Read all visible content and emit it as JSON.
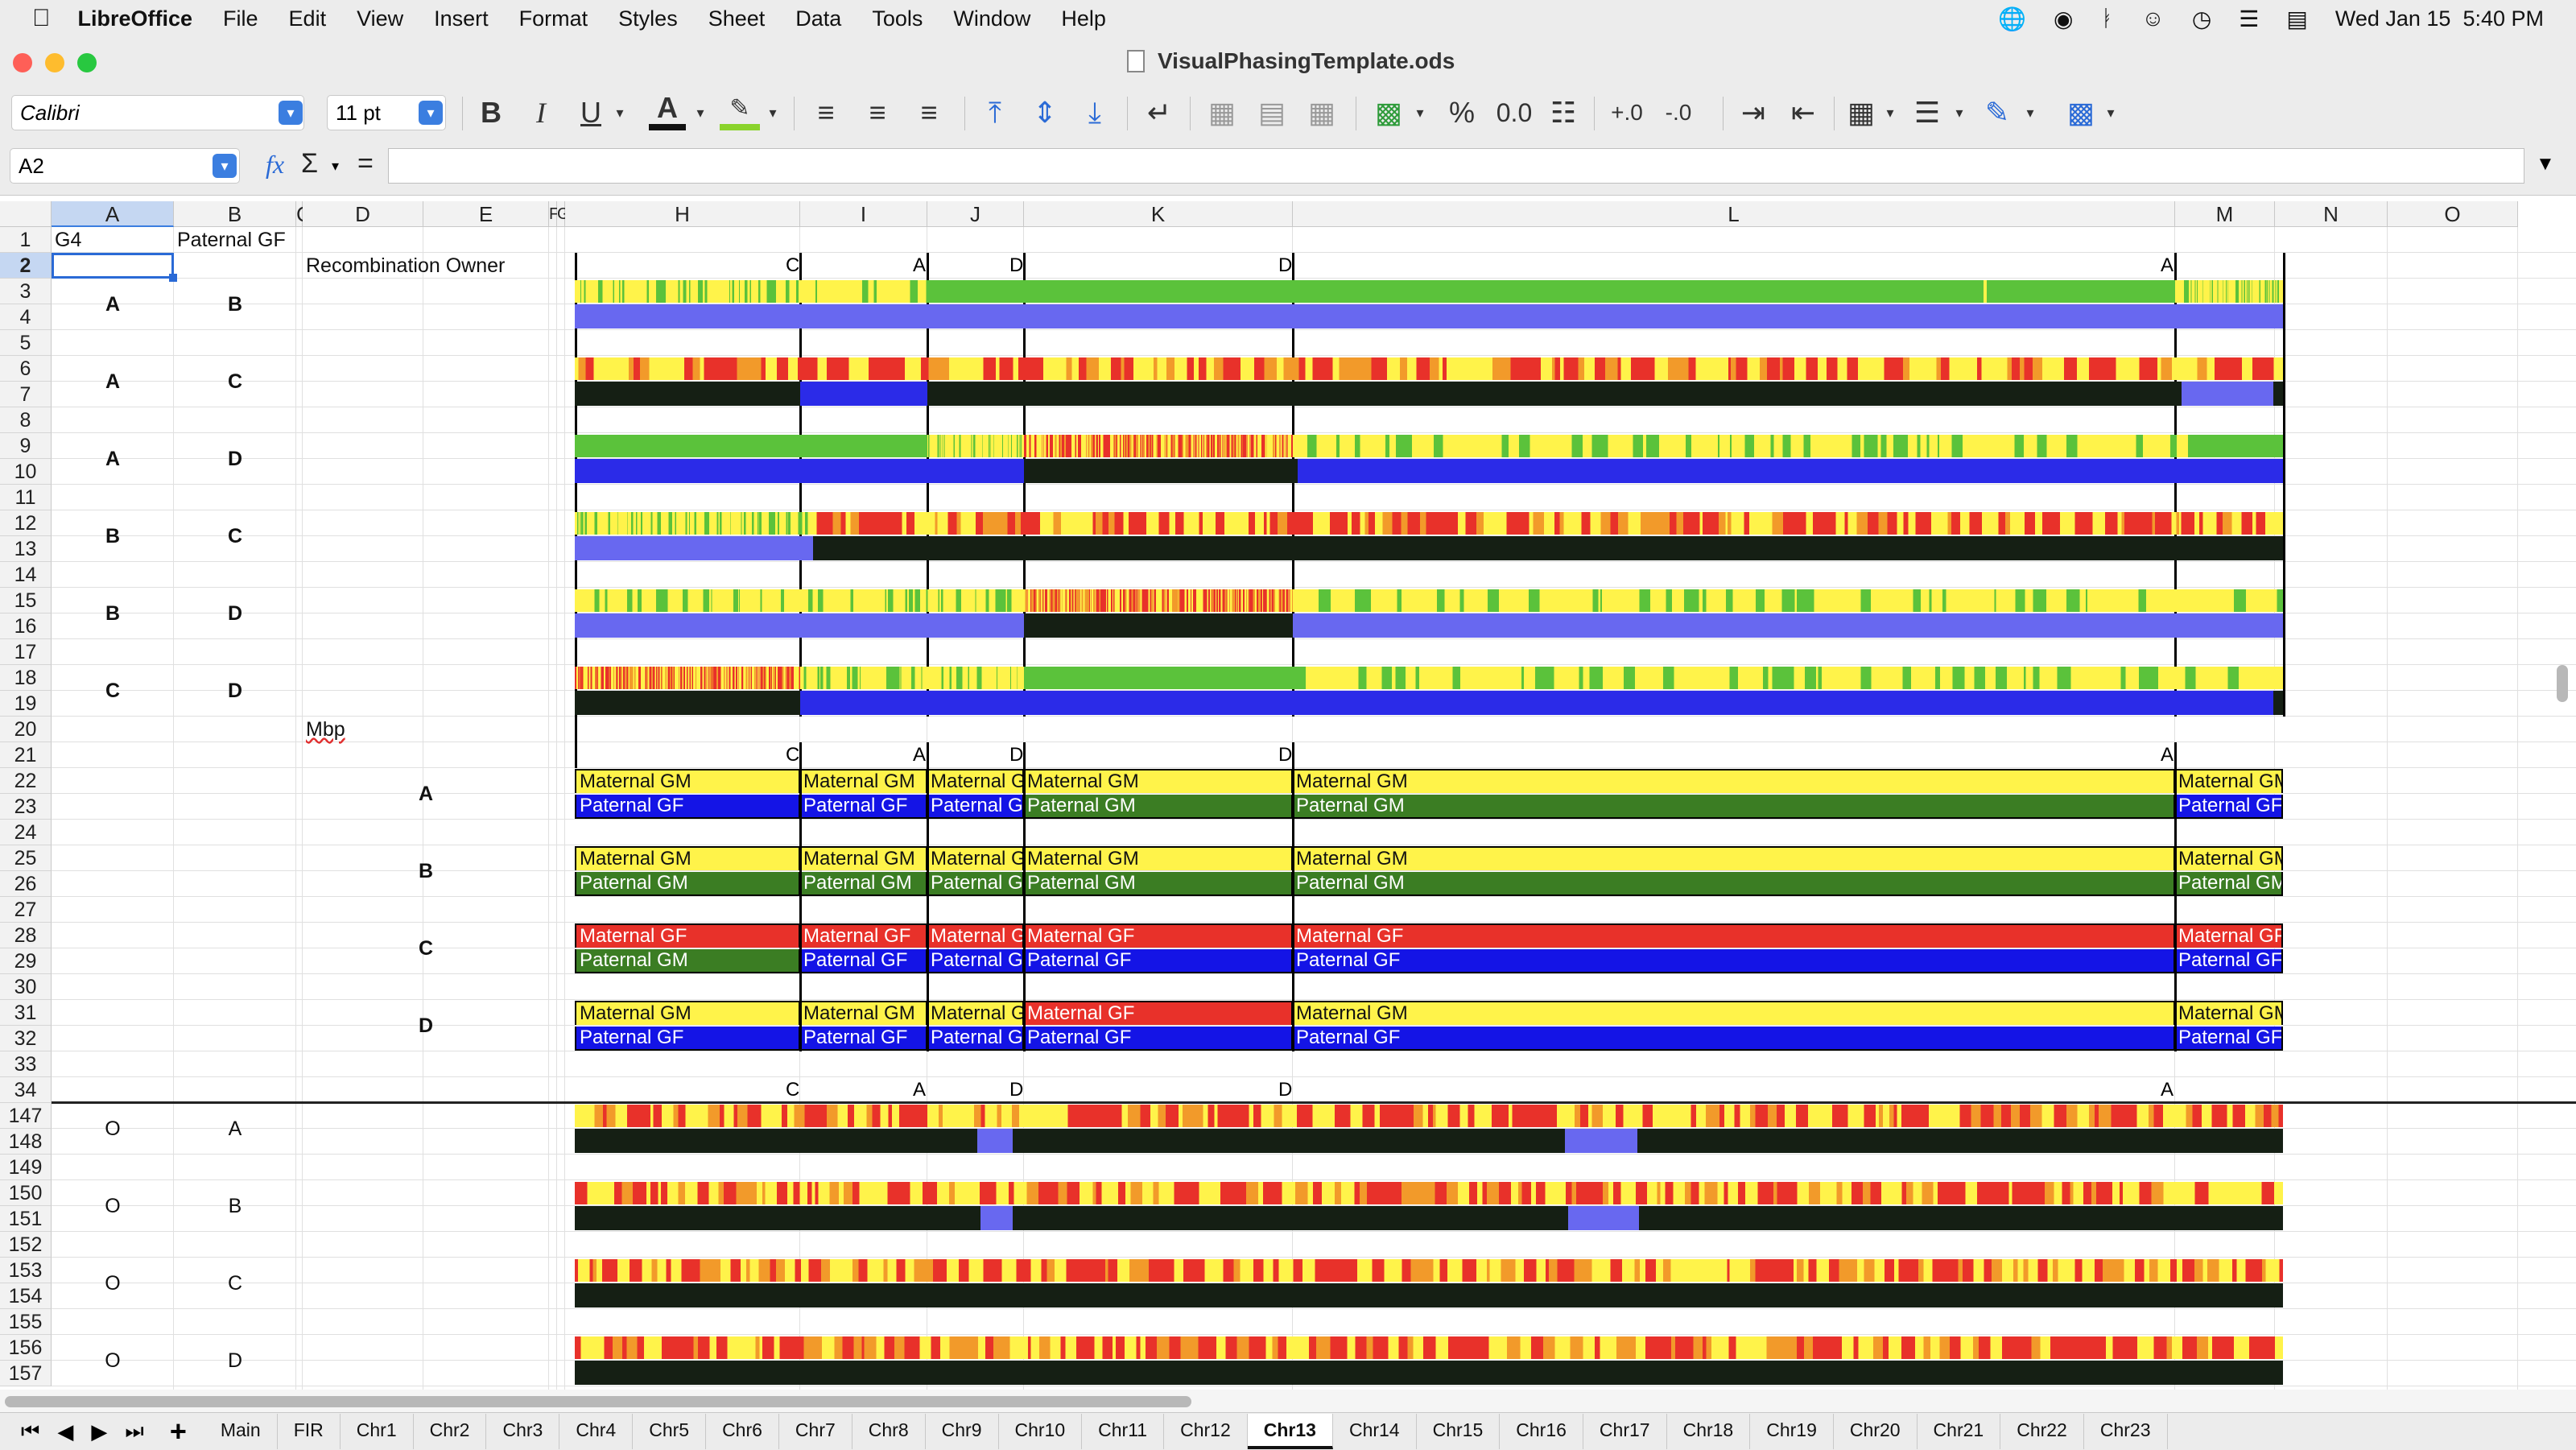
{
  "menubar": {
    "app": "LibreOffice",
    "items": [
      "File",
      "Edit",
      "View",
      "Insert",
      "Format",
      "Styles",
      "Sheet",
      "Data",
      "Tools",
      "Window",
      "Help"
    ],
    "clock": "Wed Jan 15  5:40 PM"
  },
  "window": {
    "title": "VisualPhasingTemplate.ods"
  },
  "toolbar": {
    "font_name": "Calibri",
    "font_size": "11 pt",
    "bold": "B",
    "italic": "I",
    "underline": "U",
    "font_color": "A",
    "percent": "%",
    "decimal": "0.0"
  },
  "formula": {
    "cell_ref": "A2",
    "fx": "fx",
    "sum": "Σ",
    "equals": "=",
    "value": ""
  },
  "columns": [
    "A",
    "B",
    "C",
    "D",
    "E",
    "F",
    "G",
    "H",
    "I",
    "J",
    "K",
    "L",
    "M",
    "N",
    "O"
  ],
  "rows": [
    "1",
    "2",
    "3",
    "4",
    "5",
    "6",
    "7",
    "8",
    "9",
    "10",
    "11",
    "12",
    "13",
    "14",
    "15",
    "16",
    "17",
    "18",
    "19",
    "20",
    "21",
    "22",
    "23",
    "24",
    "25",
    "26",
    "27",
    "28",
    "29",
    "30",
    "31",
    "32",
    "33",
    "34",
    "147",
    "148",
    "149",
    "150",
    "151",
    "152",
    "153",
    "154",
    "155",
    "156",
    "157"
  ],
  "cells": {
    "a1": "G4",
    "b1": "Paternal GF",
    "d2": "Recombination Owner",
    "d20": "Mbp",
    "pairs": [
      [
        "A",
        "B"
      ],
      [
        "A",
        "C"
      ],
      [
        "A",
        "D"
      ],
      [
        "B",
        "C"
      ],
      [
        "B",
        "D"
      ],
      [
        "C",
        "D"
      ]
    ],
    "siblings": [
      "A",
      "B",
      "C",
      "D"
    ],
    "bottom_pairs": [
      [
        "O",
        "A"
      ],
      [
        "O",
        "B"
      ],
      [
        "O",
        "C"
      ],
      [
        "O",
        "D"
      ]
    ]
  },
  "recomb_labels": [
    "C",
    "A",
    "D",
    "D",
    "A"
  ],
  "segments": {
    "A": {
      "maternal": [
        "Maternal GM",
        "Maternal GM",
        "Maternal GM",
        "Maternal GM",
        "Maternal GM",
        "Maternal GM"
      ],
      "paternal": [
        "Paternal GF",
        "Paternal GF",
        "Paternal GF",
        "Paternal GM",
        "Paternal GM",
        "Paternal GF"
      ]
    },
    "B": {
      "maternal": [
        "Maternal GM",
        "Maternal GM",
        "Maternal GM",
        "Maternal GM",
        "Maternal GM",
        "Maternal GM"
      ],
      "paternal": [
        "Paternal GM",
        "Paternal GM",
        "Paternal GM",
        "Paternal GM",
        "Paternal GM",
        "Paternal GM"
      ]
    },
    "C": {
      "maternal": [
        "Maternal GF",
        "Maternal GF",
        "Maternal GF",
        "Maternal GF",
        "Maternal GF",
        "Maternal GF"
      ],
      "paternal": [
        "Paternal GM",
        "Paternal GF",
        "Paternal GF",
        "Paternal GF",
        "Paternal GF",
        "Paternal GF"
      ]
    },
    "D": {
      "maternal": [
        "Maternal GM",
        "Maternal GM",
        "Maternal GM",
        "Maternal GF",
        "Maternal GM",
        "Maternal GM"
      ],
      "paternal": [
        "Paternal GF",
        "Paternal GF",
        "Paternal GF",
        "Paternal GF",
        "Paternal GF",
        "Paternal GF"
      ]
    }
  },
  "colors": {
    "maternal_gm": "#fff34a",
    "maternal_gf": "#e8312a",
    "paternal_gm": "#3b7d23",
    "paternal_gf": "#1414e6",
    "match_green": "#5bc23b",
    "fir_blue": "#6868f0",
    "no_match": "#151f14",
    "accent": "#3b7ee0"
  },
  "sheets": [
    "Main",
    "FIR",
    "Chr1",
    "Chr2",
    "Chr3",
    "Chr4",
    "Chr5",
    "Chr6",
    "Chr7",
    "Chr8",
    "Chr9",
    "Chr10",
    "Chr11",
    "Chr12",
    "Chr13",
    "Chr14",
    "Chr15",
    "Chr16",
    "Chr17",
    "Chr18",
    "Chr19",
    "Chr20",
    "Chr21",
    "Chr22",
    "Chr23"
  ],
  "active_sheet": "Chr13"
}
